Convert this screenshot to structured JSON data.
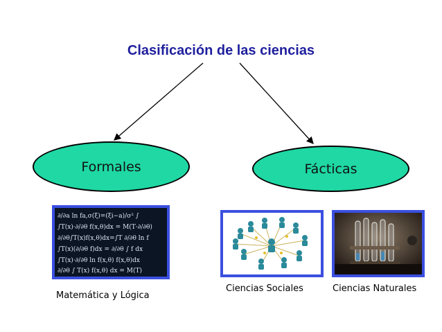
{
  "diagram": {
    "title": "Clasificación de las ciencias",
    "nodes": {
      "formales": "Formales",
      "facticas": "Fácticas"
    },
    "captions": {
      "matematica": "Matemática y Lógica",
      "sociales": "Ciencias Sociales",
      "naturales": "Ciencias Naturales"
    },
    "colors": {
      "title": "#1f1f9e",
      "oval_fill": "#1fd8a4",
      "frame": "#3a4fe0"
    }
  }
}
